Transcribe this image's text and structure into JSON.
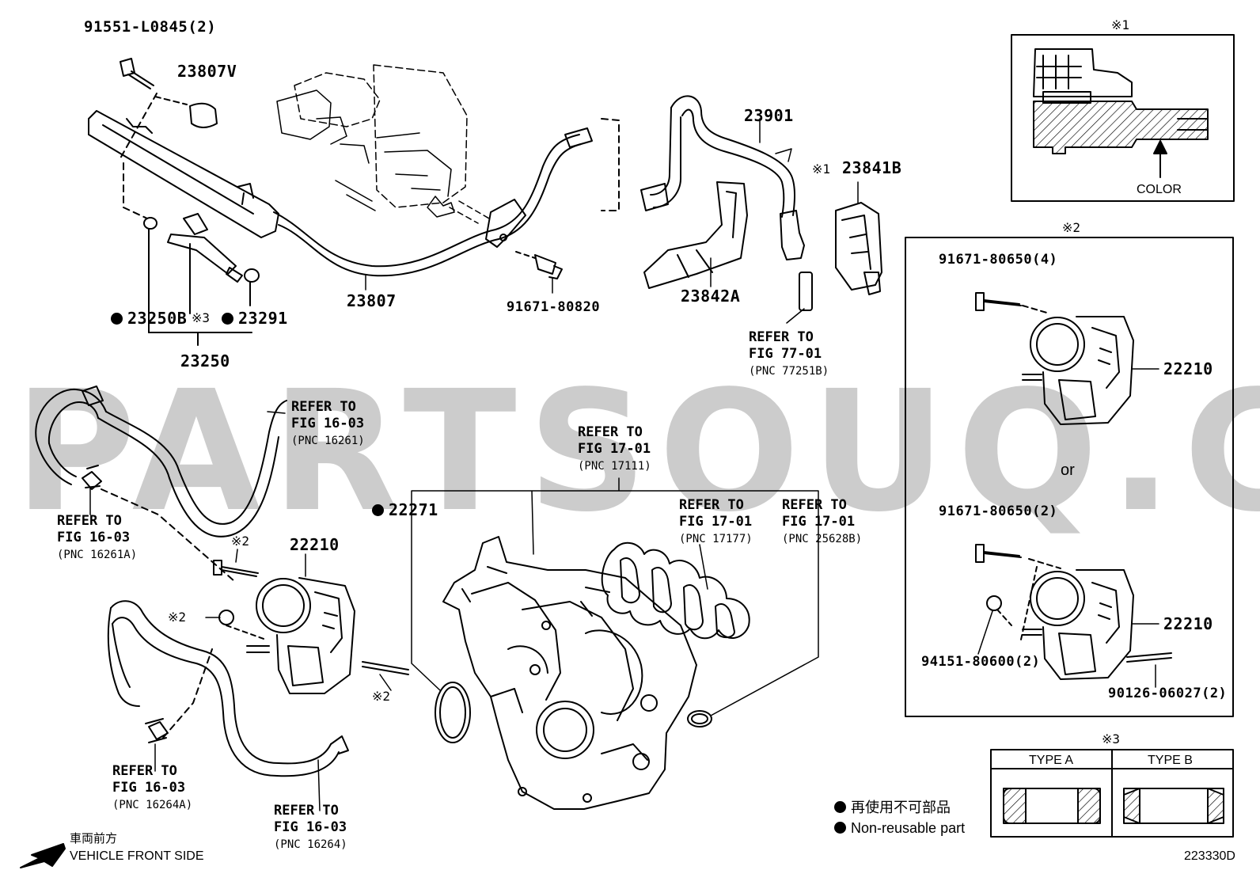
{
  "parts": {
    "p91551": "91551-L0845(2)",
    "p23807V": "23807V",
    "p23807": "23807",
    "p91671_80820": "91671-80820",
    "p23250B": "23250B",
    "note3_mark": "※3",
    "p23291": "23291",
    "p23250": "23250",
    "p23901": "23901",
    "note1_mark": "※1",
    "p23841B": "23841B",
    "p23842A": "23842A",
    "p22271": "22271",
    "p22210_main": "22210",
    "note2_a": "※2",
    "note2_b": "※2",
    "note2_c": "※2"
  },
  "refs": {
    "r7701": {
      "l1": "REFER TO",
      "l2": "FIG 77-01",
      "l3": "(PNC 77251B)"
    },
    "r1603_top": {
      "l1": "REFER TO",
      "l2": "FIG 16-03",
      "l3": "(PNC 16261)"
    },
    "r1603_left": {
      "l1": "REFER TO",
      "l2": "FIG 16-03",
      "l3": "(PNC 16261A)"
    },
    "r1701_main": {
      "l1": "REFER TO",
      "l2": "FIG 17-01",
      "l3": "(PNC 17111)"
    },
    "r1701_gasket": {
      "l1": "REFER TO",
      "l2": "FIG 17-01",
      "l3": "(PNC 17177)"
    },
    "r1701_ring": {
      "l1": "REFER TO",
      "l2": "FIG 17-01",
      "l3": "(PNC 25628B)"
    },
    "r1603_bottom": {
      "l1": "REFER TO",
      "l2": "FIG 16-03",
      "l3": "(PNC 16264A)"
    },
    "r1603_hose": {
      "l1": "REFER TO",
      "l2": "FIG 16-03",
      "l3": "(PNC 16264)"
    }
  },
  "box1": {
    "mark": "※1",
    "color_label": "COLOR"
  },
  "box2": {
    "mark": "※2",
    "bolt_a": "91671-80650(4)",
    "tb_a": "22210",
    "or_text": "or",
    "bolt_b": "91671-80650(2)",
    "tb_b": "22210",
    "nut": "94151-80600(2)",
    "stud": "90126-06027(2)"
  },
  "box3": {
    "mark": "※3",
    "type_a": "TYPE A",
    "type_b": "TYPE B"
  },
  "legend": {
    "jp": "再使用不可部品",
    "en": "Non-reusable part"
  },
  "direction": {
    "jp": "車両前方",
    "en": "VEHICLE FRONT SIDE"
  },
  "figure_code": "223330D",
  "watermark": "PARTSOUQ.COM"
}
